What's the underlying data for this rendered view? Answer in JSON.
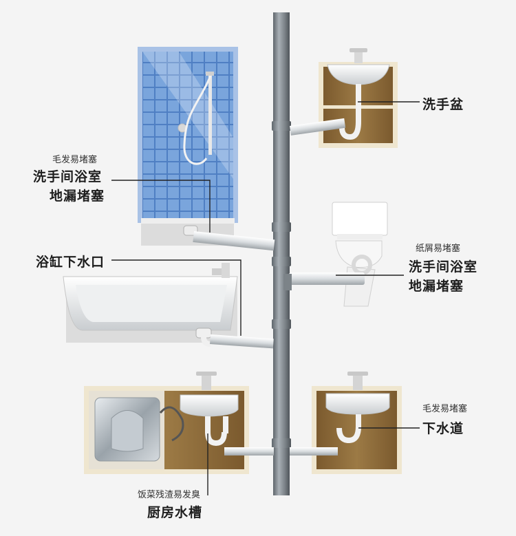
{
  "labels": {
    "basin": "洗手盆",
    "shower_note": "毛发易堵塞",
    "shower_line1": "洗手间浴室",
    "shower_line2": "地漏堵塞",
    "bathtub": "浴缸下水口",
    "toilet_note": "纸屑易堵塞",
    "toilet_line1": "洗手间浴室",
    "toilet_line2": "地漏堵塞",
    "drain_note": "毛发易堵塞",
    "drain": "下水道",
    "kitchen_note": "饭菜残渣易发臭",
    "kitchen": "厨房水槽"
  },
  "colors": {
    "background": "#f4f4f4",
    "pipe": "#7f858a",
    "tile": "#5a88c8",
    "cabinet": "#8a6a3c",
    "cabinet_frame": "#f0e8d4"
  }
}
